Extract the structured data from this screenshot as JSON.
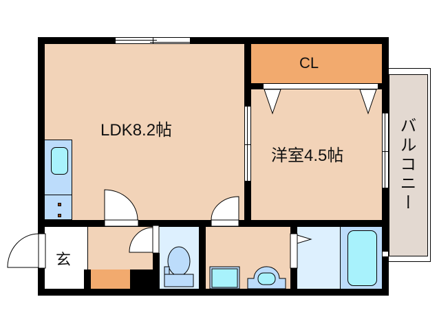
{
  "floor_plan": {
    "layout_type": "1LDK",
    "rooms": [
      {
        "id": "ldk",
        "label": "LDK8.2帖",
        "type": "LDK",
        "size_jo": 8.2
      },
      {
        "id": "closet",
        "label": "CL",
        "type": "Closet"
      },
      {
        "id": "western",
        "label": "洋室4.5帖",
        "type": "Western-style room",
        "size_jo": 4.5
      },
      {
        "id": "entrance",
        "label": "玄",
        "type": "Entrance"
      },
      {
        "id": "balcony",
        "label": "バルコニー",
        "type": "Balcony"
      },
      {
        "id": "toilet",
        "label": "",
        "type": "Toilet"
      },
      {
        "id": "washroom",
        "label": "",
        "type": "Washroom"
      },
      {
        "id": "bathroom",
        "label": "",
        "type": "Bathroom"
      }
    ],
    "colors": {
      "wall": "#000000",
      "living": "#f2d3b8",
      "closet": "#f2aa6e",
      "entrance": "#dcdcdc",
      "water_area": "#ddf0fe",
      "fixture_fill": "#bcdcfb",
      "fixture_basin": "#a8f2fc",
      "balcony": "#e3d9d1"
    }
  }
}
